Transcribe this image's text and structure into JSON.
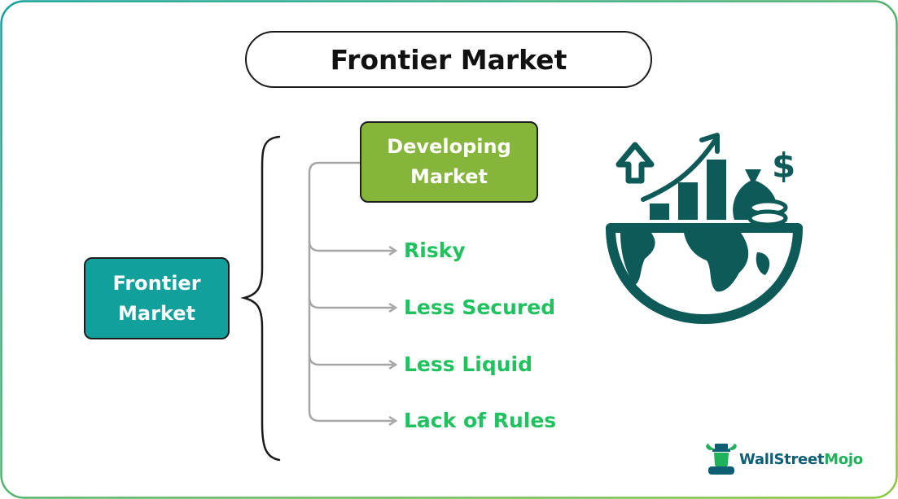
{
  "title": "Frontier Market",
  "root": {
    "label": "Frontier Market"
  },
  "developing": {
    "label": "Developing Market"
  },
  "branches": [
    {
      "label": "Risky"
    },
    {
      "label": "Less Secured"
    },
    {
      "label": "Less Liquid"
    },
    {
      "label": "Lack of Rules"
    }
  ],
  "brand": {
    "part1": "WallStreet",
    "part2": "Mojo"
  },
  "icons": {
    "illustration": "globe-growth-money-icon",
    "logo": "bull-mascot-icon"
  },
  "colors": {
    "frame_gradient_start": "#12a19a",
    "frame_gradient_end": "#8cc63f",
    "root_fill": "#11a09b",
    "developing_fill": "#86b53b",
    "branch_text": "#1fc25e",
    "connector": "#a6a6a6",
    "icon_fill": "#0e5a58"
  }
}
